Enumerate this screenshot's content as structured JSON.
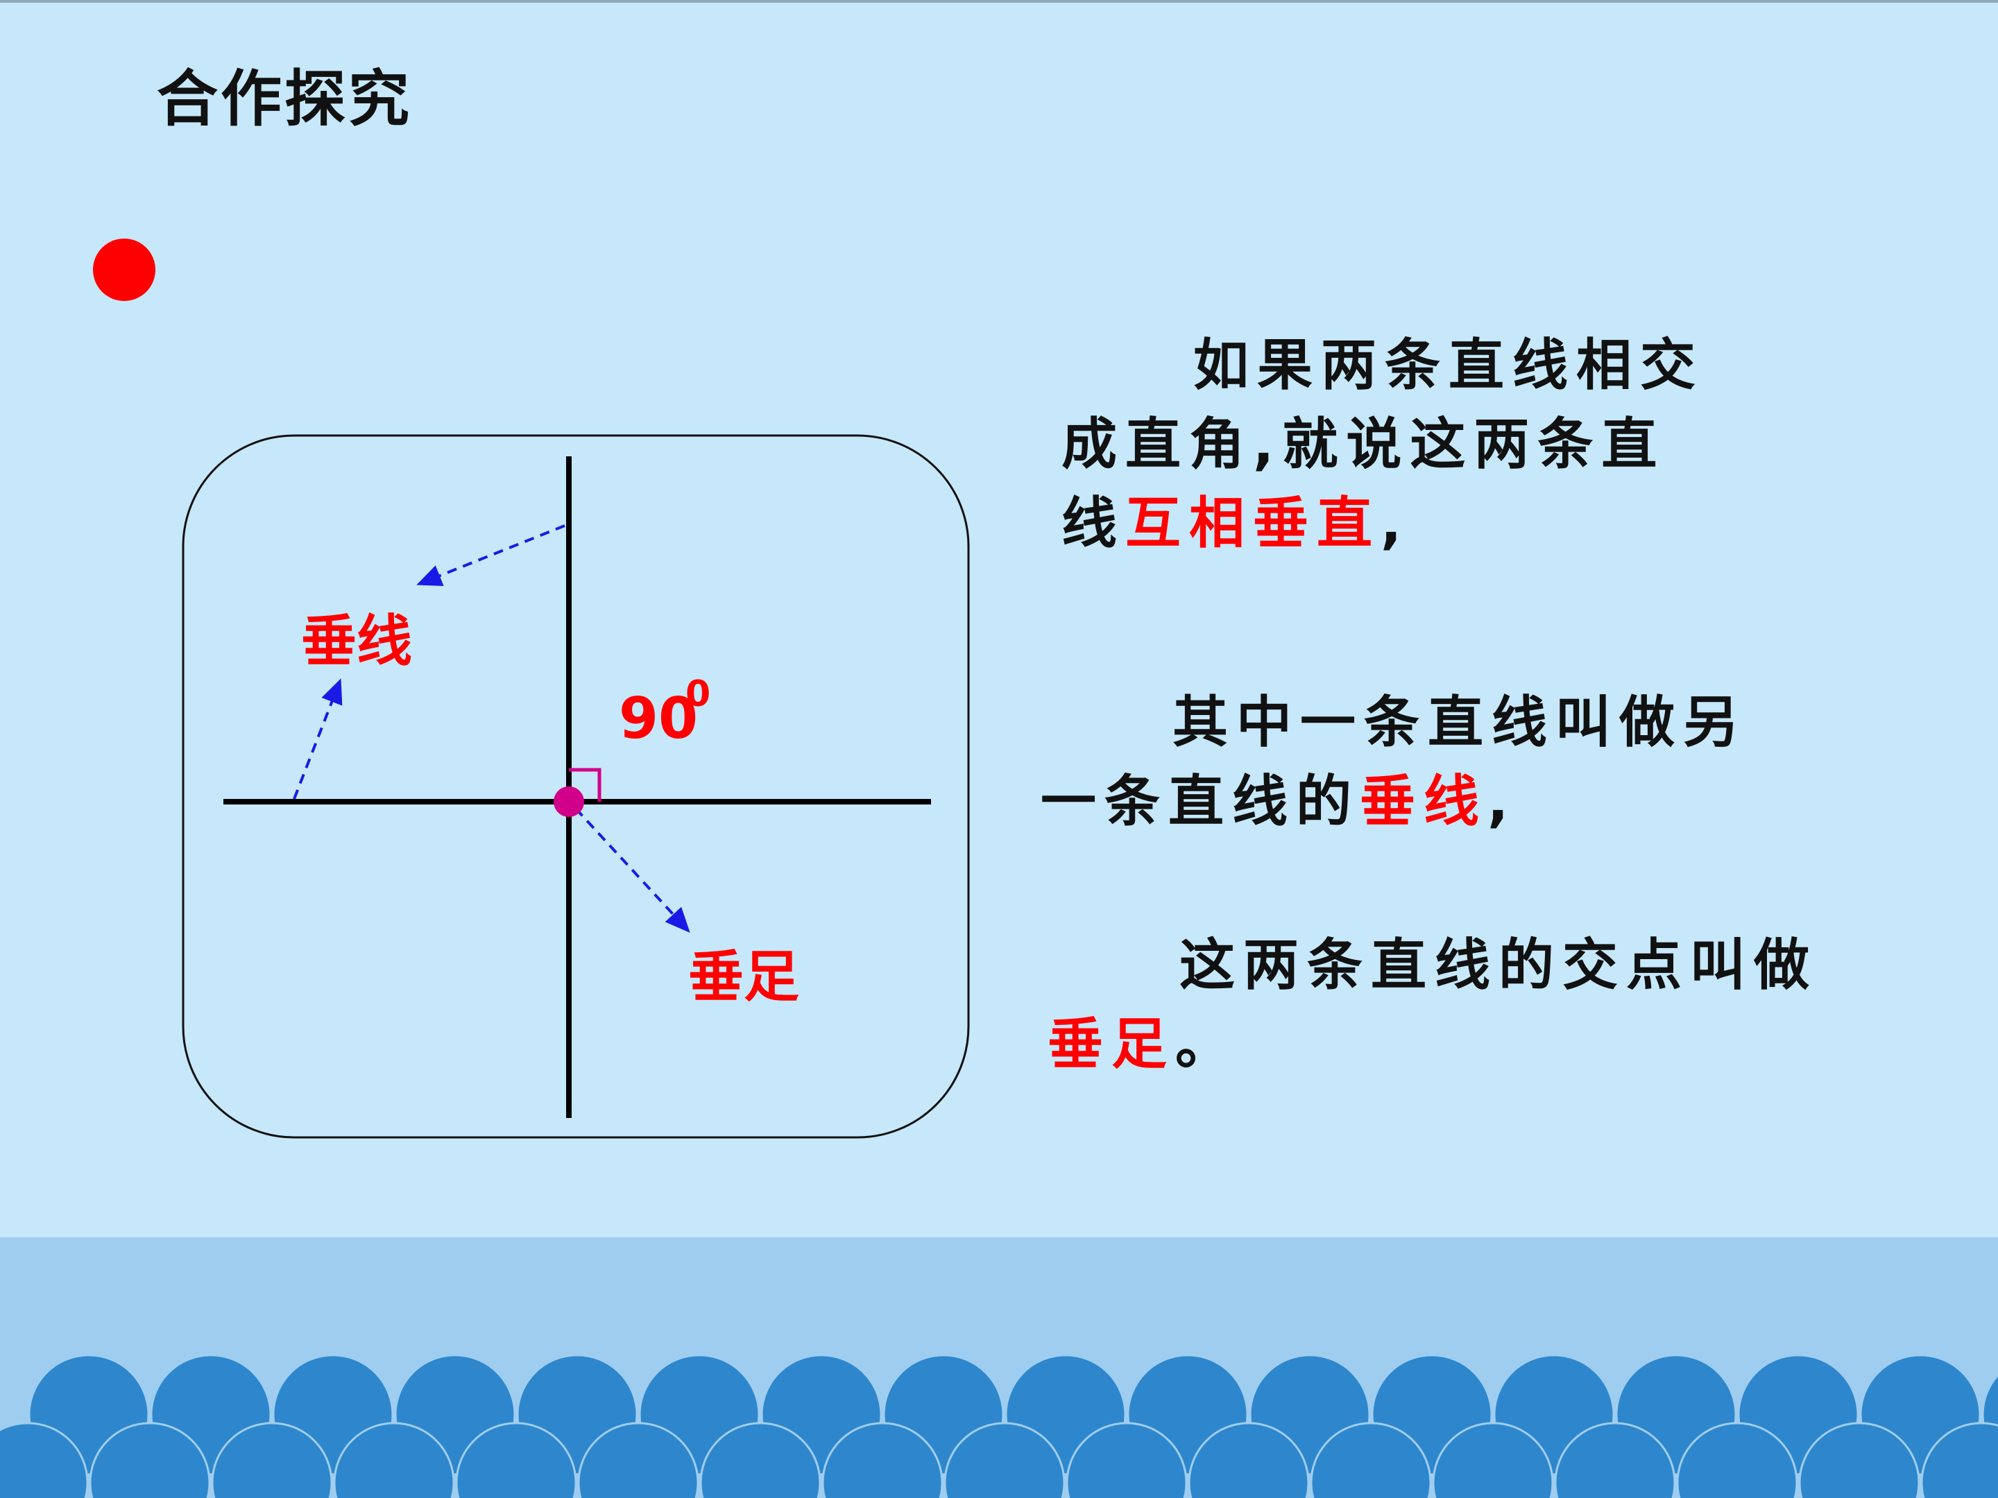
{
  "title": "合作探究",
  "colors": {
    "background": "#c6e8fa",
    "accent_red": "#ff0000",
    "arrow_blue": "#1a1ae6",
    "point_magenta": "#d1008a",
    "wave_light": "#9fcdf0",
    "wave_dark": "#2e87cc"
  },
  "figure": {
    "label_perpendicular": "垂线",
    "label_foot": "垂足",
    "angle_value": "90",
    "angle_superscript": "0"
  },
  "definition": {
    "para1": {
      "line1": "如果两条直线相交",
      "line2": "成直角,就说这两条直",
      "line3_plain": "线",
      "line3_red": "互相垂直",
      "line3_end": ","
    },
    "para2": {
      "line1": "其中一条直线叫做另",
      "line2_plain": "一条直线的",
      "line2_red": "垂线",
      "line2_end": ","
    },
    "para3": {
      "line1": "这两条直线的交点叫做",
      "line2_red": "垂足",
      "line2_end": "。"
    }
  }
}
